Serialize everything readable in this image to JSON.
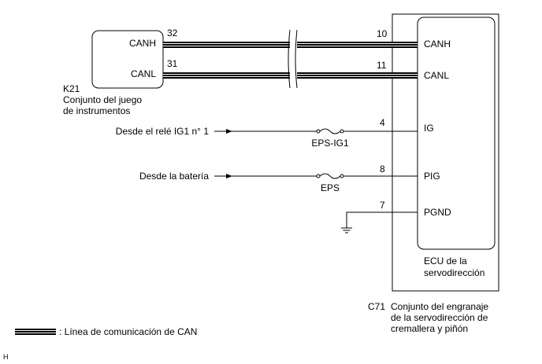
{
  "k21": {
    "code": "K21",
    "name_line1": "Conjunto del juego",
    "name_line2": "de instrumentos",
    "pins": [
      {
        "num": "32",
        "label": "CANH"
      },
      {
        "num": "31",
        "label": "CANL"
      }
    ]
  },
  "ecu": {
    "label_line1": "ECU de la",
    "label_line2": "servodirección",
    "pins": [
      {
        "num": "10",
        "label": "CANH"
      },
      {
        "num": "11",
        "label": "CANL"
      },
      {
        "num": "4",
        "label": "IG"
      },
      {
        "num": "8",
        "label": "PIG"
      },
      {
        "num": "7",
        "label": "PGND"
      }
    ]
  },
  "c71": {
    "code": "C71",
    "name_line1": "Conjunto del engranaje",
    "name_line2": "de la servodirección de",
    "name_line3": "cremallera y piñón"
  },
  "sources": {
    "ig1": "Desde el relé IG1 n° 1",
    "battery": "Desde la batería"
  },
  "fuses": {
    "eps_ig1": "EPS-IG1",
    "eps": "EPS"
  },
  "legend": {
    "can_line": ": Línea de comunicación de CAN"
  },
  "corner_mark": "H"
}
